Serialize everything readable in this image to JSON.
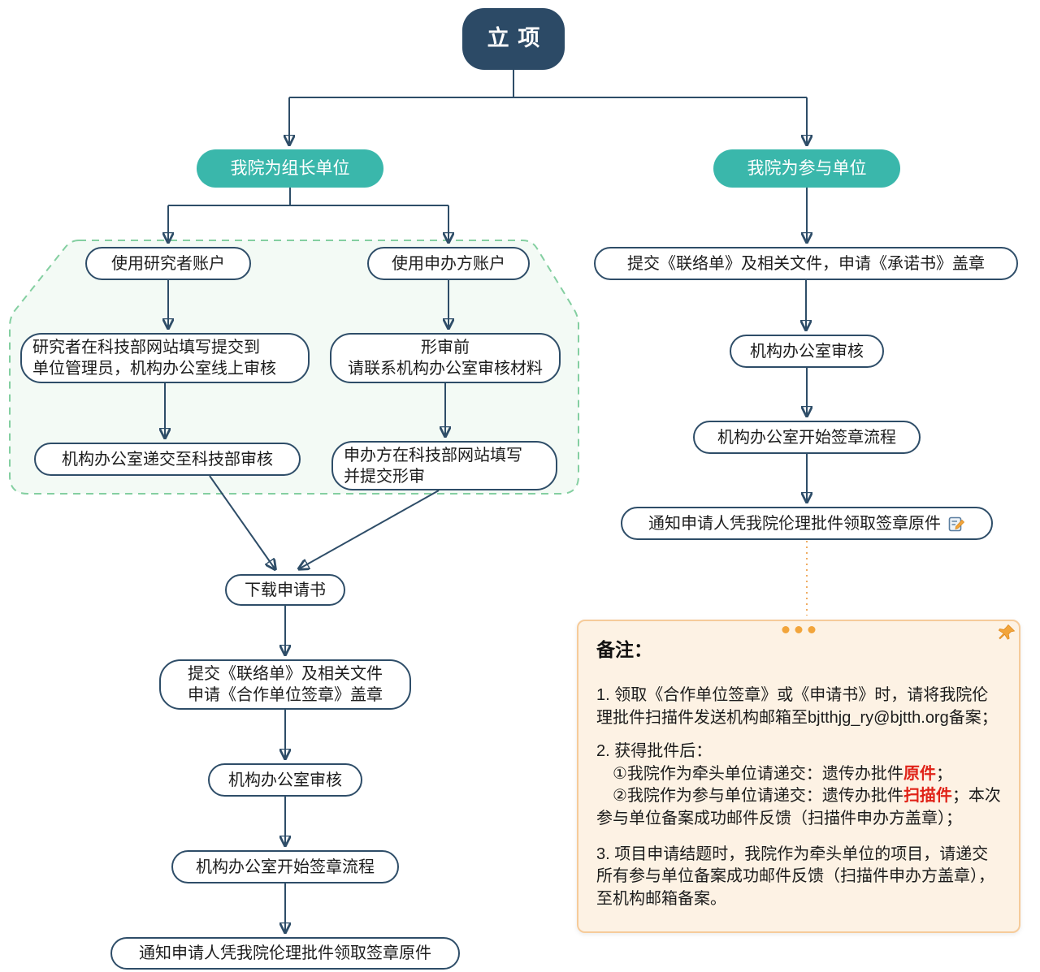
{
  "palette": {
    "navy": "#2c4a66",
    "teal": "#3ab7ab",
    "line": "#2e4d68",
    "region_border": "#84cfa1",
    "region_fill": "#f3faf5",
    "note_bg": "#fdf2e4",
    "note_border": "#f6cb9a",
    "orange_accent": "#f2a53c",
    "red_highlight": "#e02318"
  },
  "start": {
    "label": "立项"
  },
  "branches": {
    "leader": "我院为组长单位",
    "participant": "我院为参与单位"
  },
  "leader_flow": {
    "researcher_account": "使用研究者账户",
    "sponsor_account": "使用申办方账户",
    "researcher_submit_line1": "研究者在科技部网站填写提交到",
    "researcher_submit_line2": "单位管理员，机构办公室线上审核",
    "pre_review_line1": "形审前",
    "pre_review_line2": "请联系机构办公室审核材料",
    "office_forward": "机构办公室递交至科技部审核",
    "sponsor_submit_line1": "申办方在科技部网站填写",
    "sponsor_submit_line2": "并提交形审",
    "download": "下载申请书",
    "submit_docs_line1": "提交《联络单》及相关文件",
    "submit_docs_line2": "申请《合作单位签章》盖章",
    "office_review": "机构办公室审核",
    "office_sign": "机构办公室开始签章流程",
    "notify": "通知申请人凭我院伦理批件领取签章原件"
  },
  "participant_flow": {
    "submit_docs": "提交《联络单》及相关文件，申请《承诺书》盖章",
    "office_review": "机构办公室审核",
    "office_sign": "机构办公室开始签章流程",
    "notify": "通知申请人凭我院伦理批件领取签章原件"
  },
  "note": {
    "title": "备注：",
    "item1": "1. 领取《合作单位签章》或《申请书》时，请将我院伦理批件扫描件发送机构邮箱至bjtthjg_ry@bjtth.org备案；",
    "item2_intro": "2. 获得批件后：",
    "item2_sub1_pre": "　①我院作为牵头单位请递交：遗传办批件",
    "item2_sub1_red": "原件",
    "item2_sub1_post": "；",
    "item2_sub2_pre": "　②我院作为参与单位请递交：遗传办批件",
    "item2_sub2_red": "扫描件",
    "item2_sub2_post": "；本次参与单位备案成功邮件反馈（扫描件申办方盖章）；",
    "item3": "3. 项目申请结题时，我院作为牵头单位的项目，请递交所有参与单位备案成功邮件反馈（扫描件申办方盖章），至机构邮箱备案。"
  }
}
